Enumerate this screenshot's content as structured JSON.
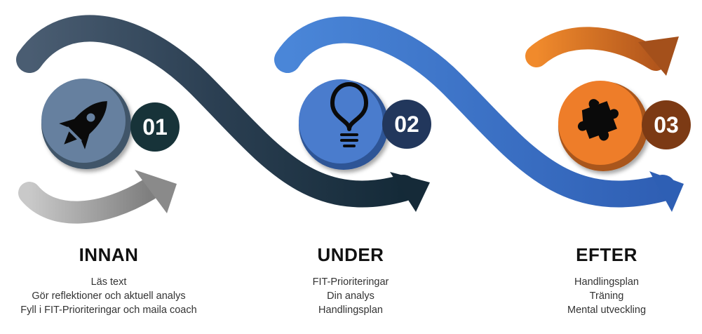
{
  "steps": [
    {
      "number": "01",
      "title": "INNAN",
      "icon": "rocket-icon",
      "items": [
        "Läs text",
        "Gör reflektioner och aktuell analys",
        "Fyll i FIT-Prioriteringar och maila coach"
      ],
      "color": "#66809f",
      "badge_color": "#173339"
    },
    {
      "number": "02",
      "title": "UNDER",
      "icon": "lightbulb-icon",
      "items": [
        "FIT-Prioriteringar",
        "Din analys",
        "Handlingsplan"
      ],
      "color": "#4a7ccd",
      "badge_color": "#22375c"
    },
    {
      "number": "03",
      "title": "EFTER",
      "icon": "puzzle-icon",
      "items": [
        "Handlingsplan",
        "Träning",
        "Mental utveckling"
      ],
      "color": "#ee7d29",
      "badge_color": "#7c3a14"
    }
  ],
  "colors": {
    "dark_wave": "#2f4558",
    "blue_wave": "#3b6fc4",
    "gray_arrow": "#9a9a9a",
    "orange_arrow": "#e57a26"
  }
}
